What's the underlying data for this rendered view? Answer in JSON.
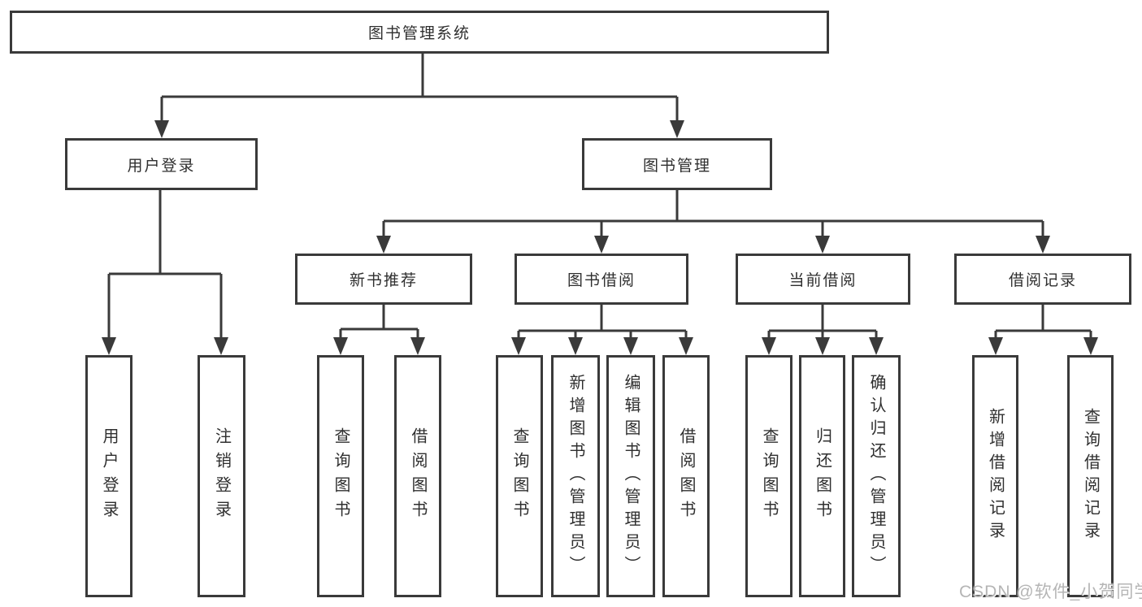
{
  "diagram": {
    "root": {
      "label": "图书管理系统"
    },
    "branches": [
      {
        "label": "用户登录",
        "leaves": [
          {
            "label": "用户登录"
          },
          {
            "label": "注销登录"
          }
        ]
      },
      {
        "label": "图书管理",
        "groups": [
          {
            "label": "新书推荐",
            "leaves": [
              {
                "label": "查询图书"
              },
              {
                "label": "借阅图书"
              }
            ]
          },
          {
            "label": "图书借阅",
            "leaves": [
              {
                "label": "查询图书"
              },
              {
                "label": "新增图书（管理员）"
              },
              {
                "label": "编辑图书（管理员）"
              },
              {
                "label": "借阅图书"
              }
            ]
          },
          {
            "label": "当前借阅",
            "leaves": [
              {
                "label": "查询图书"
              },
              {
                "label": "归还图书"
              },
              {
                "label": "确认归还（管理员）"
              }
            ]
          },
          {
            "label": "借阅记录",
            "leaves": [
              {
                "label": "新增借阅记录"
              },
              {
                "label": "查询借阅记录"
              }
            ]
          }
        ]
      }
    ]
  },
  "watermark": {
    "text": "CSDN @软件_小贺同学"
  },
  "colors": {
    "line": "#3a3a3a",
    "text": "#2f2f2f",
    "watermark": "#b5b5b5",
    "background": "#ffffff"
  }
}
